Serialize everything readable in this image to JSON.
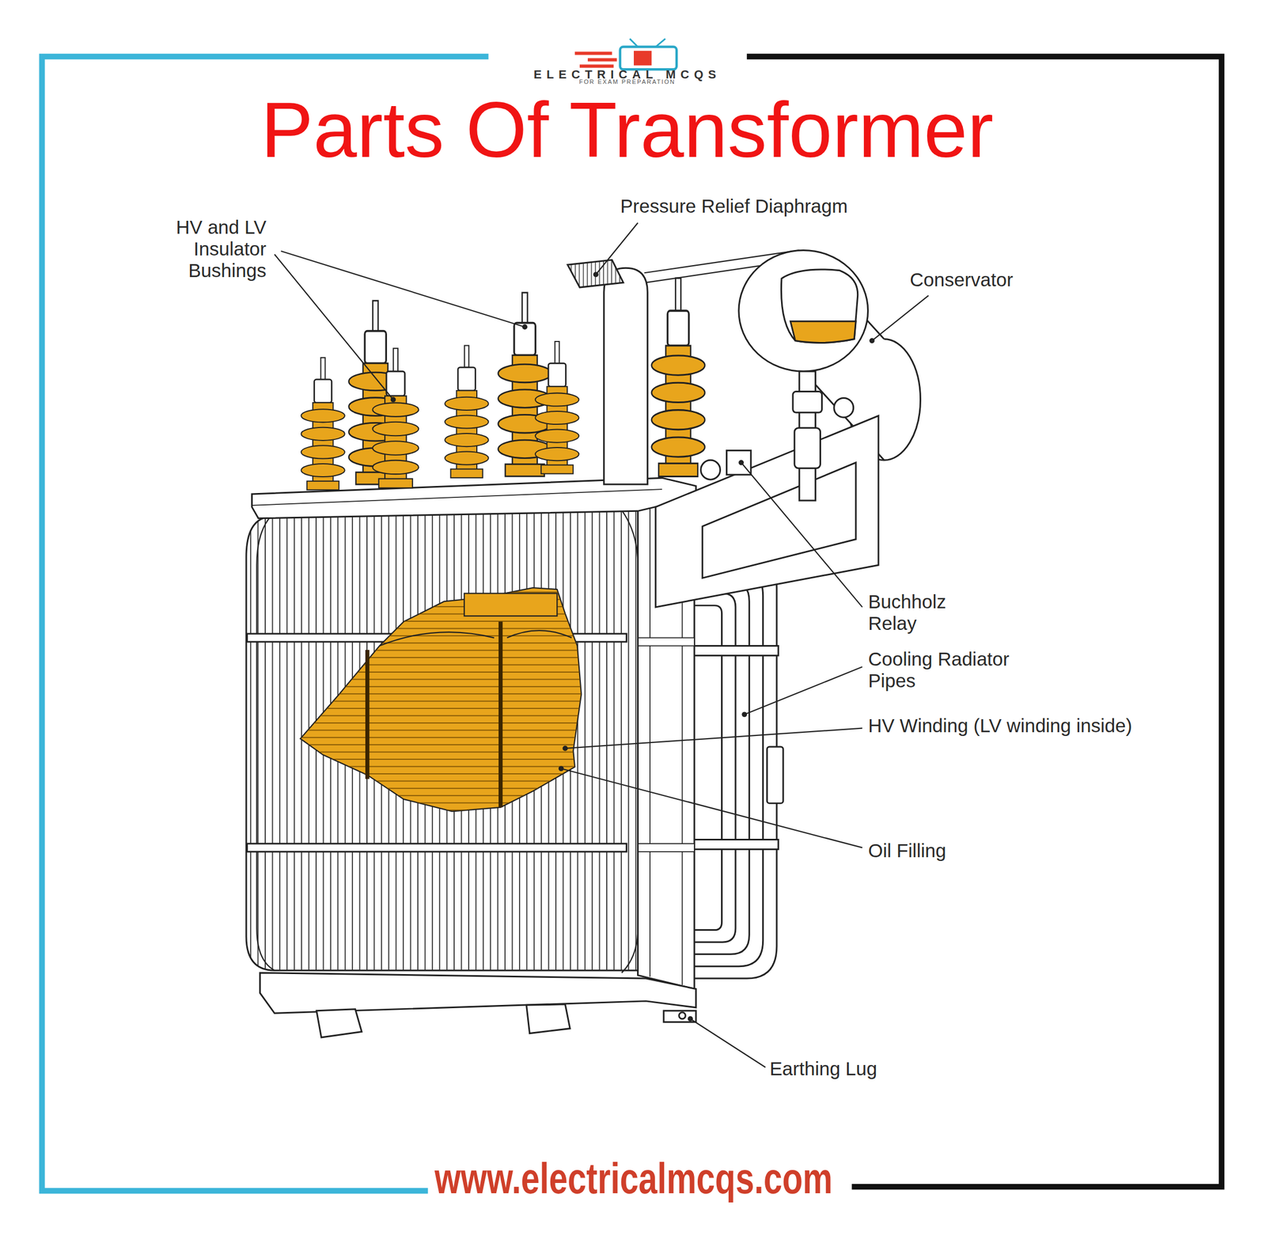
{
  "diagram": {
    "title": "Parts Of Transformer",
    "labels": [
      "ELECTRICAL MCQS",
      "FOR EXAM PREPARATION",
      "HV and LV Insulator Bushings",
      "Pressure Relief Diaphragm",
      "Conservator",
      "Buchholz Relay",
      "Cooling Radiator Pipes",
      "HV Winding (LV winding inside)",
      "Oil Filling",
      "Earthing Lug",
      "www.electricalmcqs.com"
    ]
  }
}
